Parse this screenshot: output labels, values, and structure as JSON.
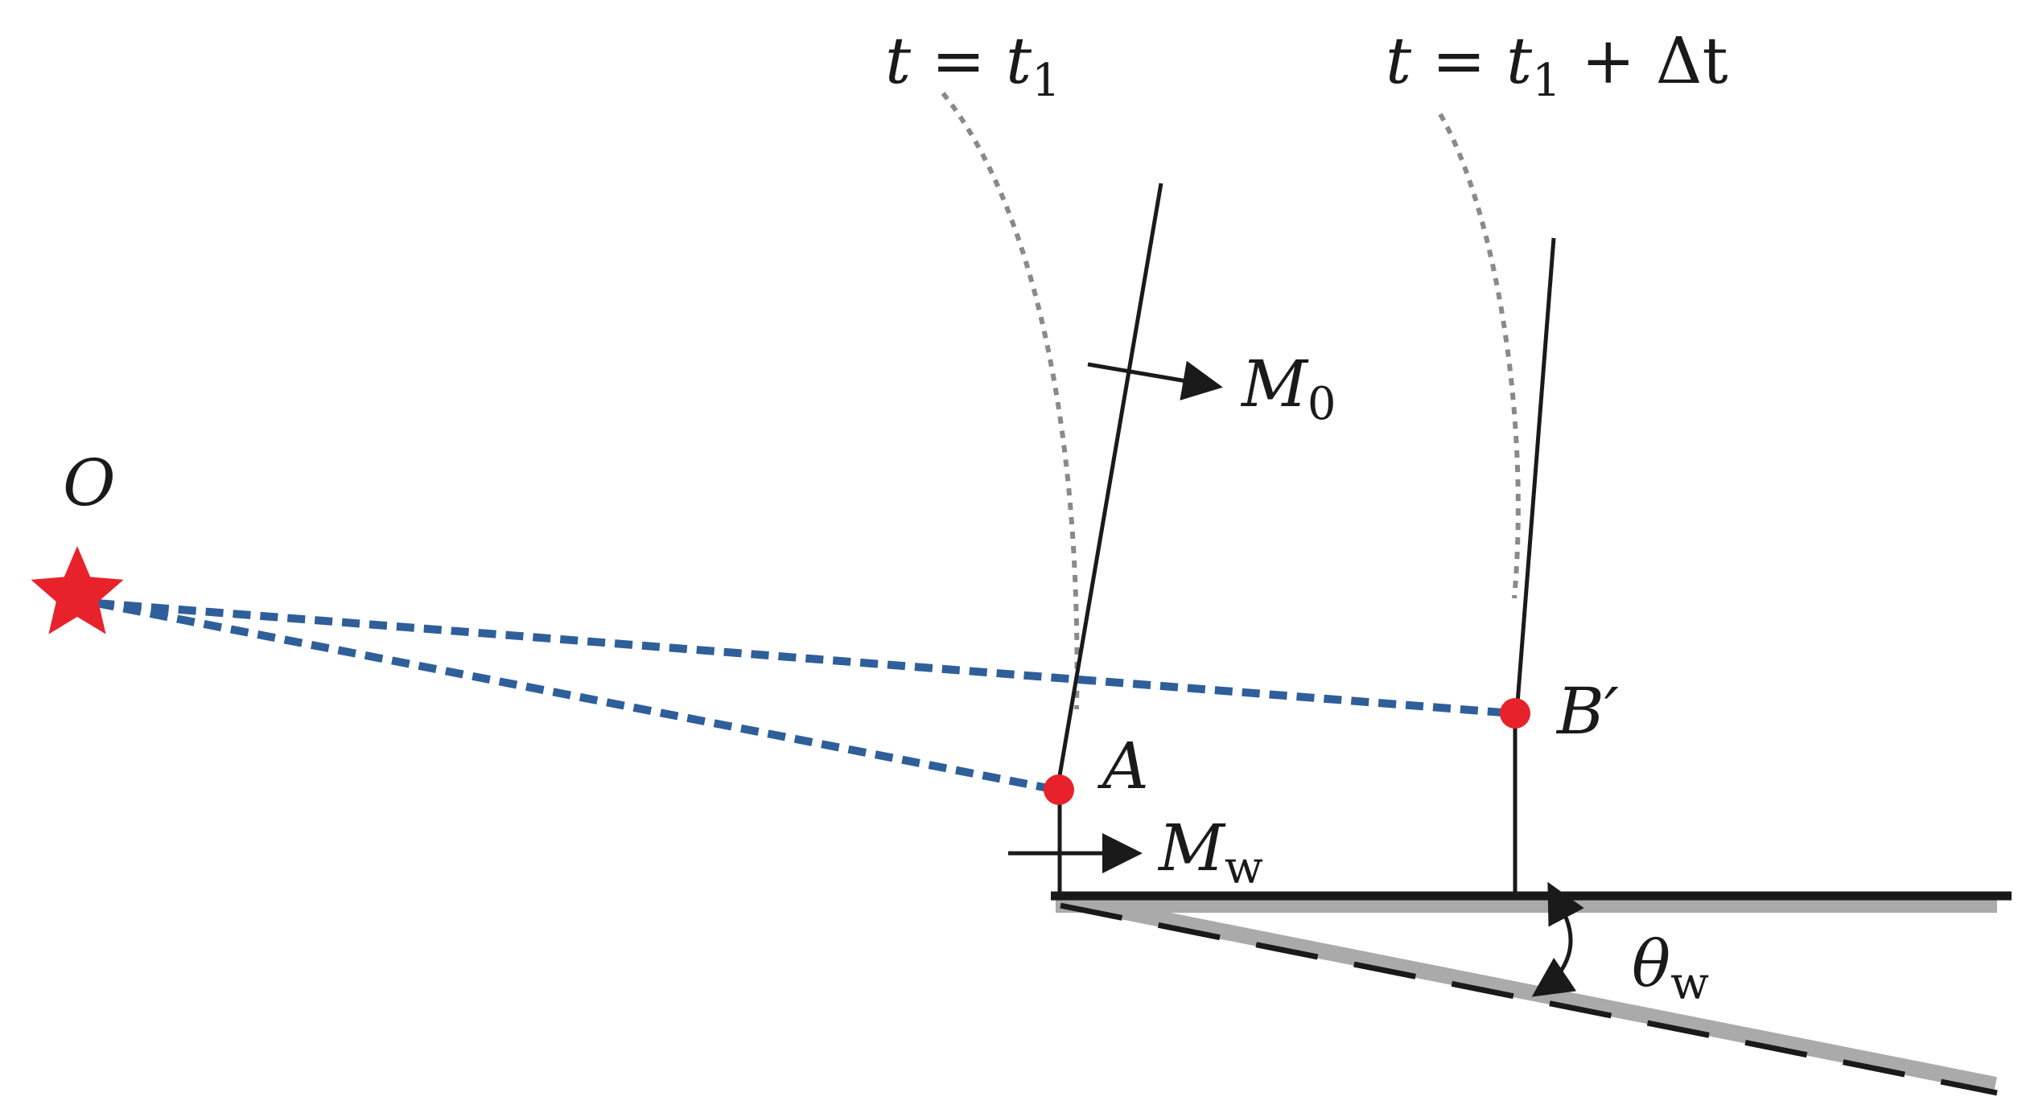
{
  "labels": {
    "time_1": "t = t",
    "time_1_sub": "1",
    "time_2": "t = t",
    "time_2_sub": "1",
    "time_2_tail": " + Δt",
    "origin": "O",
    "point_a": "A",
    "point_b": "B′",
    "m0": "M",
    "m0_sub": "0",
    "mw": "M",
    "mw_sub": "w",
    "theta": "θ",
    "theta_sub": "w"
  },
  "colors": {
    "line": "#1a1a1a",
    "ray": "#2f5f9a",
    "point": "#e8222b",
    "star": "#e8222b",
    "surface_shadow": "#aaaaaa",
    "guide": "#8a8a8a"
  },
  "icons": {
    "origin_marker": "red-star",
    "points": "red-dot"
  }
}
